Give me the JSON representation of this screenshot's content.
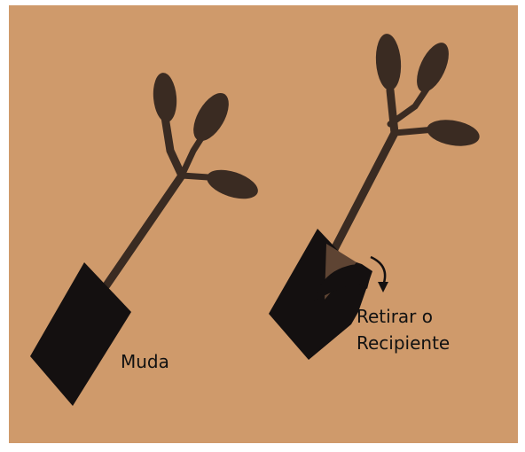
{
  "labels": {
    "seedling": "Muda",
    "remove_line1": "Retirar o",
    "remove_line2": "Recipiente"
  },
  "colors": {
    "background": "#CF9A6B",
    "container": "#141010",
    "stem_leaf": "#3A2B22",
    "exposed_soil": "#5E4433"
  }
}
